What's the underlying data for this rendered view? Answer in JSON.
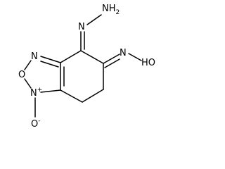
{
  "molecule": {
    "atoms": {
      "n_hydrazone": "N",
      "nh2": "NH",
      "nh2_sub": "2",
      "n_oxime": "N",
      "oh": "HO",
      "n_ring_top": "N",
      "o_ring": "O",
      "n_ring_bottom": "N",
      "n_plus": "+",
      "o_oxide": "O",
      "o_minus": "-"
    }
  }
}
